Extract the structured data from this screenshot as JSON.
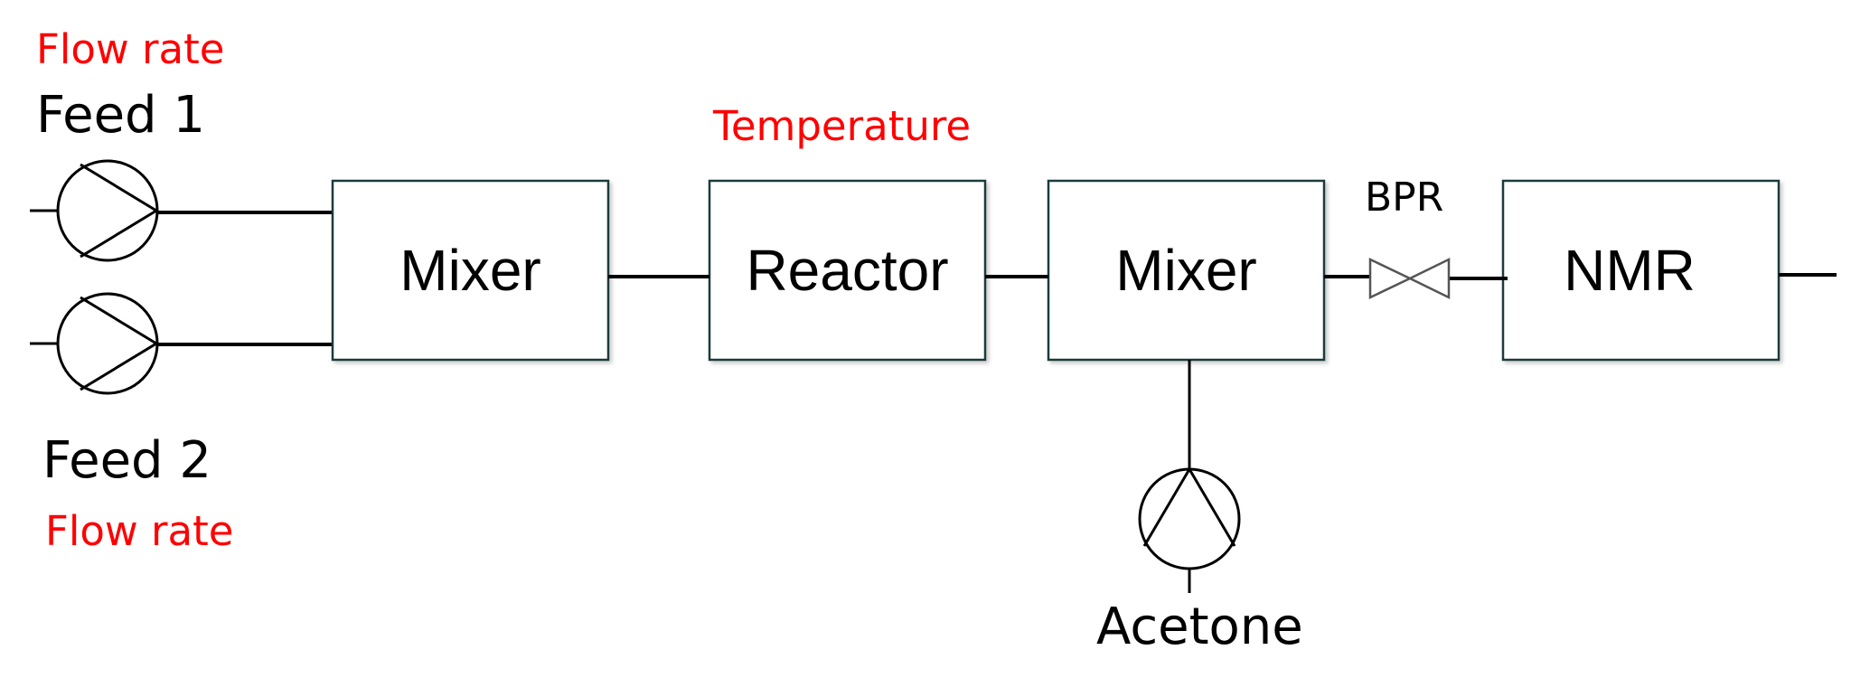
{
  "labels": {
    "feed1_param": "Flow rate",
    "feed1": "Feed 1",
    "feed2": "Feed 2",
    "feed2_param": "Flow rate",
    "reactor_param": "Temperature",
    "bpr": "BPR",
    "acetone": "Acetone"
  },
  "units": {
    "mixer1": "Mixer",
    "reactor": "Reactor",
    "mixer2": "Mixer",
    "nmr": "NMR"
  },
  "colors": {
    "parameter_text": "#ff0000",
    "line": "#000000",
    "box_border": "#1f3a3a"
  },
  "icons": {
    "pump": "pump-icon",
    "valve": "valve-icon"
  }
}
